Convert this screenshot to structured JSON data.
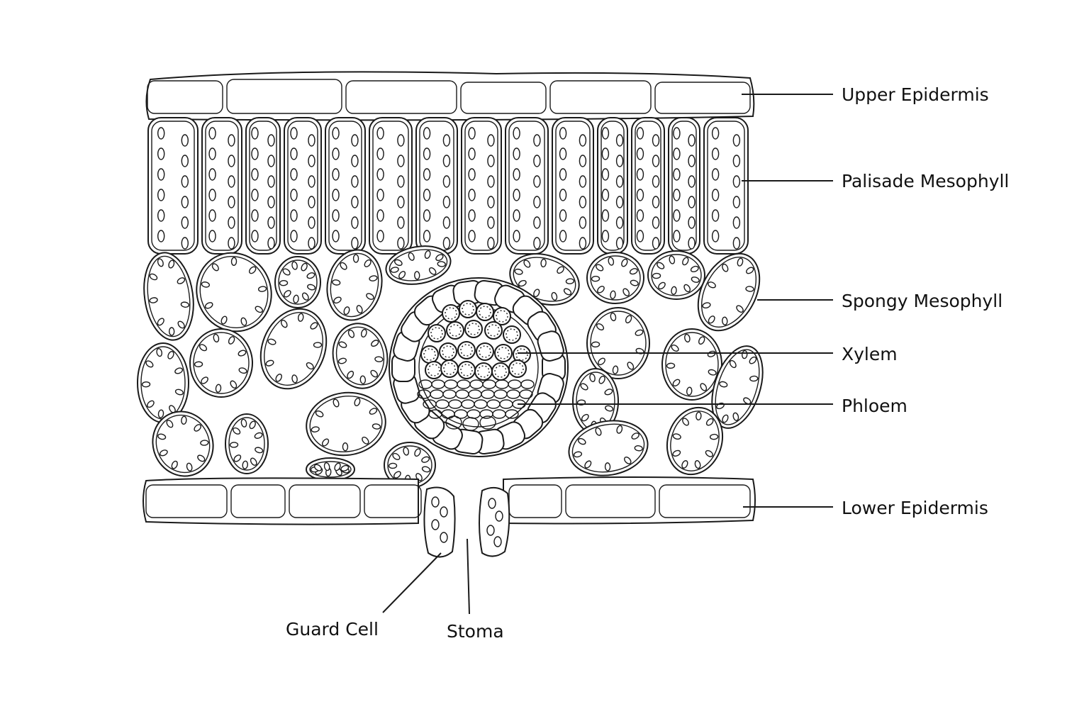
{
  "labels": {
    "upper_epidermis": "Upper Epidermis",
    "palisade_mesophyll": "Palisade Mesophyll",
    "spongy_mesophyll": "Spongy Mesophyll",
    "xylem": "Xylem",
    "phloem": "Phloem",
    "lower_epidermis": "Lower Epidermis",
    "guard_cell": "Guard Cell",
    "stoma": "Stoma"
  },
  "colors": {
    "line": "#1a1a1a",
    "background": "#ffffff"
  }
}
